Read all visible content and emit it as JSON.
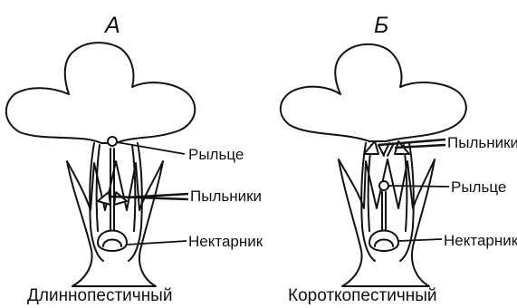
{
  "panels": [
    {
      "letter": "А",
      "caption": "Длиннопестичный",
      "labels": {
        "stigma": "Рыльце",
        "anthers": "Пыльники",
        "nectary": "Нектарник"
      }
    },
    {
      "letter": "Б",
      "caption": "Короткопестичный",
      "labels": {
        "anthers": "Пыльники",
        "stigma": "Рыльце",
        "nectary": "Нектарник"
      }
    }
  ]
}
